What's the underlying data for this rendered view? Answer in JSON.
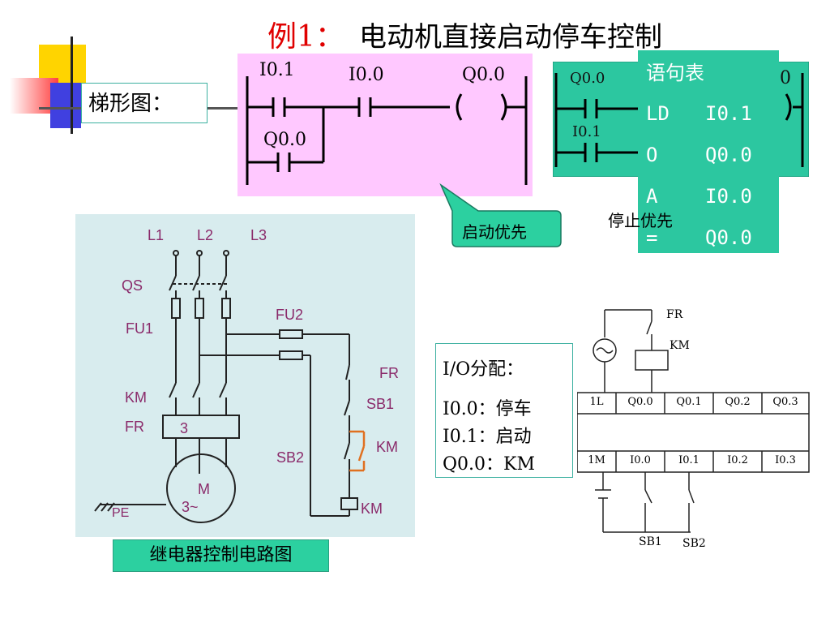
{
  "title": {
    "prefix": "例1：",
    "main": "电动机直接启动停车控制"
  },
  "ladder_label": "梯形图：",
  "ladder1": {
    "contact_top_left": "I0.1",
    "contact_top_mid": "I0.0",
    "coil": "Q0.0",
    "contact_bottom": "Q0.0"
  },
  "ladder2": {
    "contact_top": "Q0.0",
    "contact_bottom": "I0.1",
    "coil_partial": "0"
  },
  "statement_table": {
    "title": "语句表",
    "rows": [
      {
        "op": "LD",
        "operand": "I0.1"
      },
      {
        "op": "O",
        "operand": "Q0.0"
      },
      {
        "op": "A",
        "operand": "I0.0"
      },
      {
        "op": "=",
        "operand": "Q0.0"
      }
    ]
  },
  "callout_start": "启动优先",
  "callout_stop": "停止优先",
  "relay": {
    "caption": "继电器控制电路图",
    "labels": {
      "l1": "L1",
      "l2": "L2",
      "l3": "L3",
      "qs": "QS",
      "fu1": "FU1",
      "fu2": "FU2",
      "km_main": "KM",
      "fr_main": "FR",
      "fr_num": "3",
      "motor_m": "M",
      "motor_phase": "3~",
      "pe": "PE",
      "fr_ctrl": "FR",
      "sb1": "SB1",
      "sb2": "SB2",
      "km_aux": "KM",
      "km_coil": "KM"
    }
  },
  "io": {
    "title": "I/O分配：",
    "lines": [
      "I0.0：停车",
      "I0.1：启动",
      "Q0.0：KM"
    ]
  },
  "plc": {
    "fr": "FR",
    "km": "KM",
    "top_row": [
      "1L",
      "Q0.0",
      "Q0.1",
      "Q0.2",
      "Q0.3"
    ],
    "bottom_row": [
      "1M",
      "I0.0",
      "I0.1",
      "I0.2",
      "I0.3"
    ],
    "sb1": "SB1",
    "sb2": "SB2"
  }
}
